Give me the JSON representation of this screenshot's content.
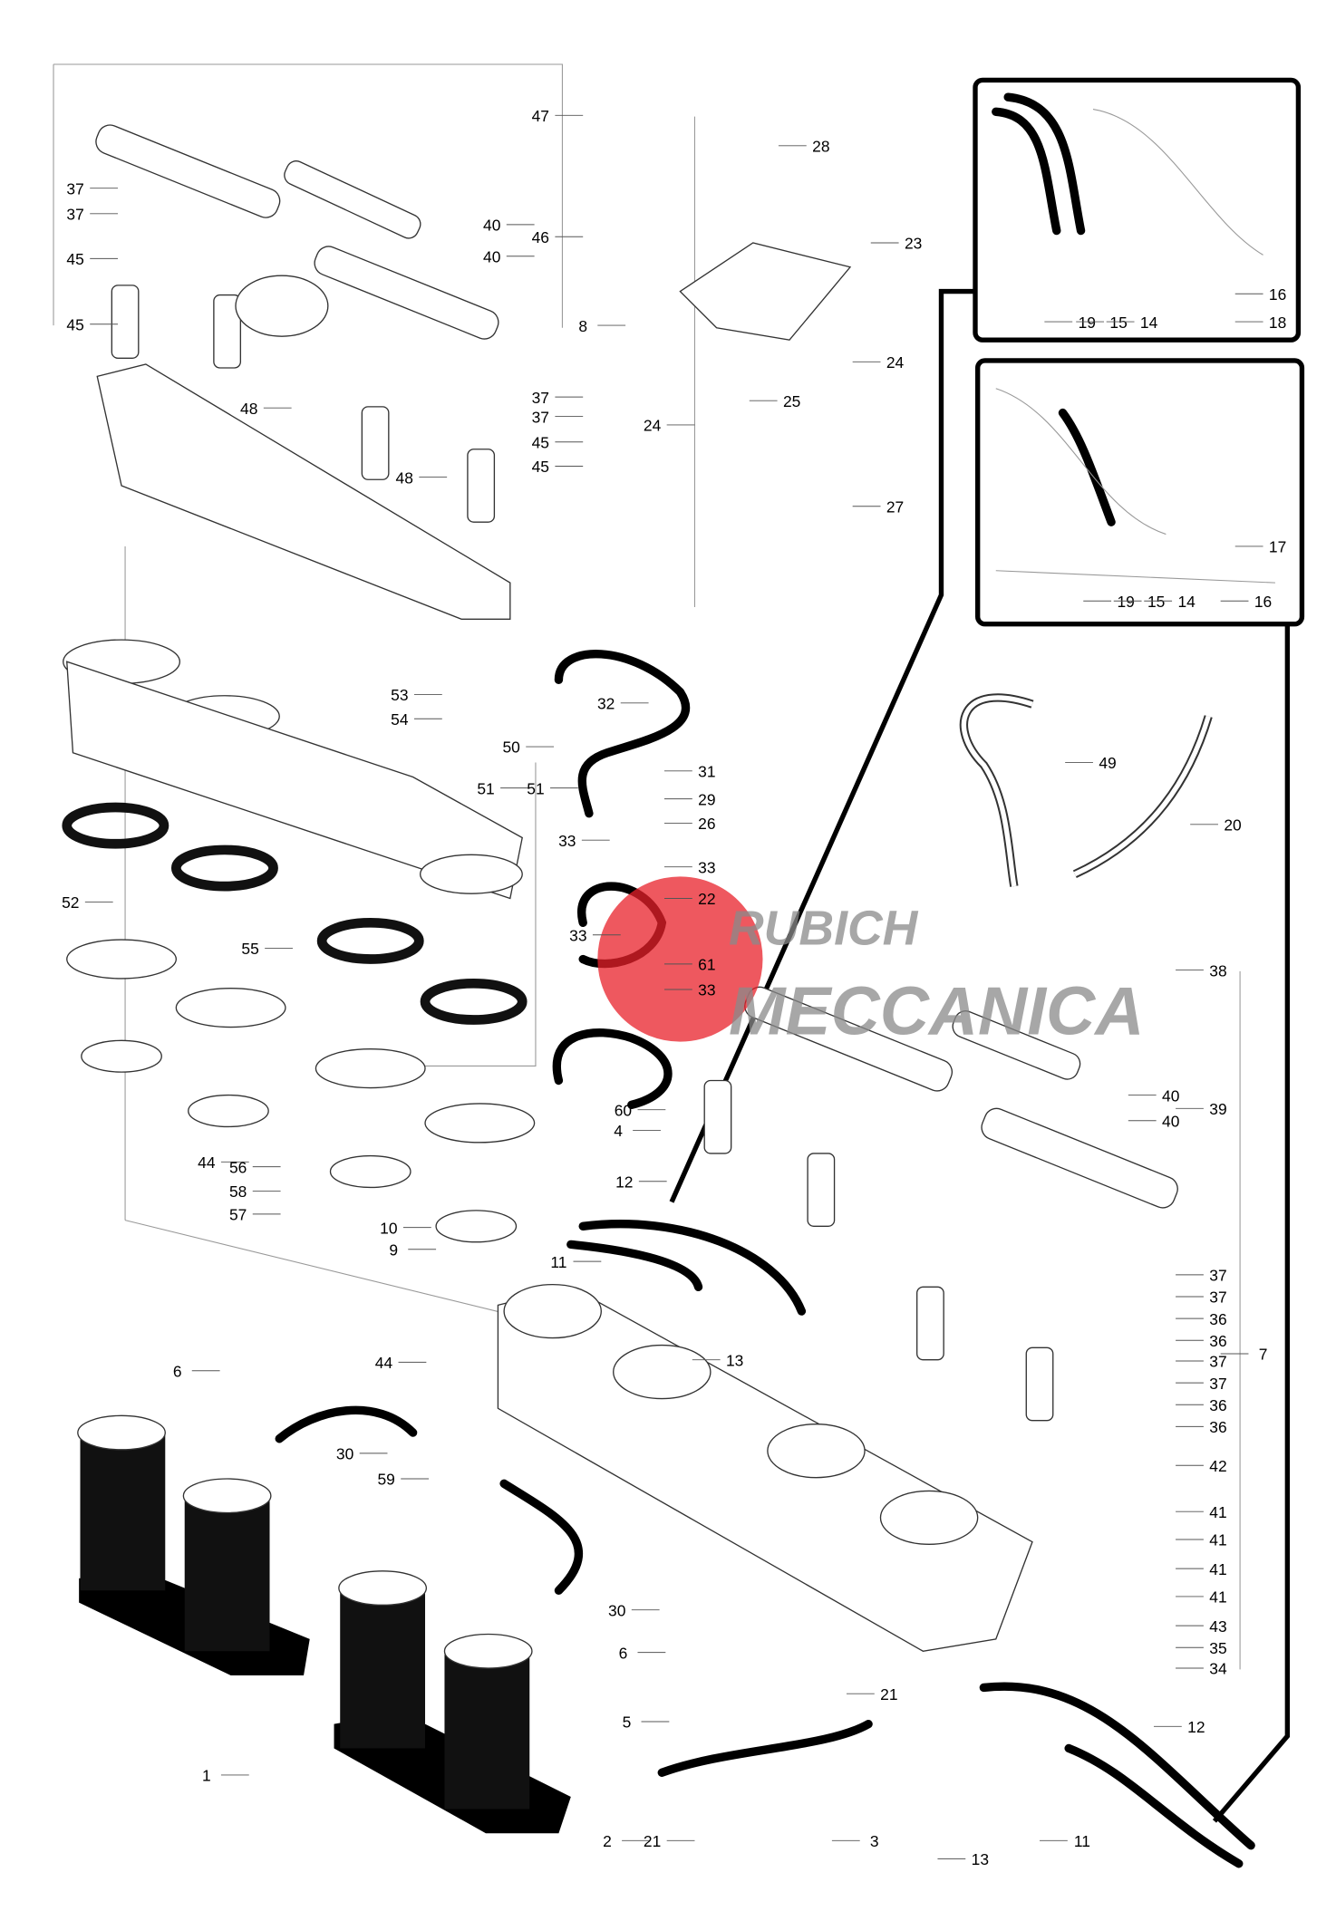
{
  "diagram": {
    "title": "Throttle body / fuel injection exploded view",
    "watermark": {
      "line1": "RUBICH",
      "line2": "MECCANICA",
      "logo_color": "#e8202a",
      "text_color": "#8a8a8a"
    },
    "callouts": [
      "47",
      "46",
      "40",
      "40",
      "8",
      "37",
      "37",
      "45",
      "45",
      "48",
      "37",
      "37",
      "45",
      "45",
      "48",
      "28",
      "23",
      "24",
      "25",
      "24",
      "27",
      "16",
      "18",
      "19",
      "15",
      "14",
      "17",
      "19",
      "15",
      "14",
      "16",
      "53",
      "54",
      "32",
      "31",
      "29",
      "26",
      "33",
      "33",
      "22",
      "33",
      "61",
      "33",
      "49",
      "20",
      "50",
      "51",
      "51",
      "52",
      "55",
      "38",
      "40",
      "40",
      "39",
      "60",
      "4",
      "44",
      "56",
      "58",
      "57",
      "10",
      "9",
      "12",
      "11",
      "37",
      "37",
      "36",
      "36",
      "37",
      "37",
      "36",
      "36",
      "7",
      "13",
      "44",
      "6",
      "30",
      "59",
      "30",
      "42",
      "41",
      "41",
      "41",
      "41",
      "43",
      "35",
      "34",
      "6",
      "5",
      "21",
      "12",
      "1",
      "2",
      "21",
      "3",
      "13",
      "11"
    ]
  }
}
